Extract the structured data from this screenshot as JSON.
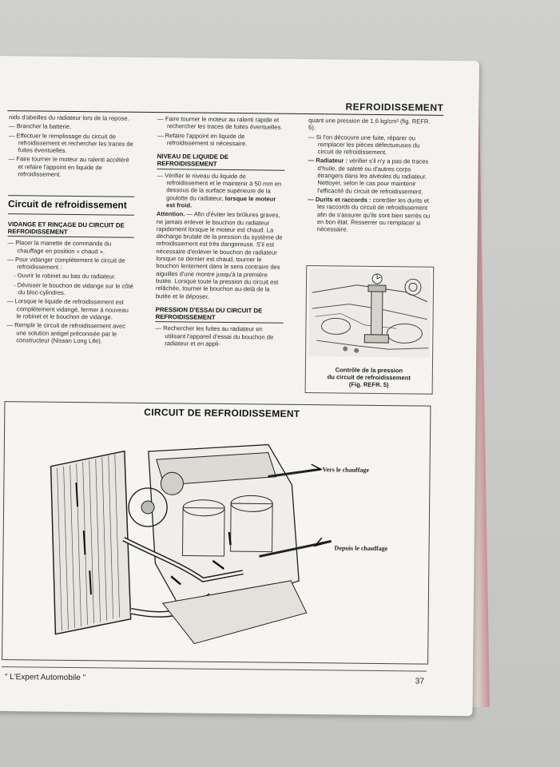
{
  "running_head": "REFROIDISSEMENT",
  "col1": {
    "intro": [
      "nids d'abeilles du radiateur lors de la repose.",
      "— Brancher la batterie.",
      "— Effectuer le remplissage du circuit de refroidissement et rechercher les traces de fuites éventuelles.",
      "— Faire tourner le moteur au ralenti accéléré et refaire l'appoint en liquide de refroidissement."
    ],
    "section_title": "Circuit de refroidissement",
    "heading": "VIDANGE ET RINÇAGE DU CIRCUIT DE REFROIDISSEMENT",
    "items": [
      "— Placer la manette de commande du chauffage en position « chaud ».",
      "— Pour vidanger complètement le circuit de refroidissement :",
      "- Ouvrir le robinet au bas du radiateur.",
      "- Dévisser le bouchon de vidange sur le côté du bloc-cylindres.",
      "— Lorsque le liquide de refroidissement est complètement vidangé, fermer à nouveau le robinet et le bouchon de vidange.",
      "— Remplir le circuit de refroidissement avec une solution antigel préconisée par le constructeur (Nissan Long Life)."
    ]
  },
  "col2": {
    "intro": [
      "— Faire tourner le moteur au ralenti rapide et rechercher les traces de fuites éventuelles.",
      "— Refaire l'appoint en liquide de refroidissement si nécessaire."
    ],
    "heading1": "NIVEAU DE LIQUIDE DE REFROIDISSEMENT",
    "niveau_text": "— Vérifier le niveau du liquide de refroidissement et le maintenir à 50 mm en dessous de la surface supérieure de la goulotte du radiateur,",
    "niveau_bold": "lorsque le moteur est froid.",
    "attention_label": "Attention.",
    "attention_text": " — Afin d'éviter les brûlures graves, ne jamais enlever le bouchon du radiateur rapidement lorsque le moteur est chaud. La décharge brutale de la pression du système de refroidissement est très dangereuse. S'il est nécessaire d'enlever le bouchon de radiateur lorsque ce dernier est chaud, tourner le bouchon lentement dans le sens contraire des aiguilles d'une montre jusqu'à la première butée. Lorsque toute la pression du circuit est relâchée, tourner le bouchon au-delà de la butée et le déposer.",
    "heading2": "PRESSION D'ESSAI DU CIRCUIT DE REFROIDISSEMENT",
    "pression_text": "— Rechercher les fuites au radiateur en utilisant l'appareil d'essai du bouchon de radiateur et en appli-"
  },
  "col3": {
    "p1": "quant une pression de 1,6 kg/cm² (fig. REFR. 5).",
    "p2": "— Si l'on découvre une fuite, réparer ou remplacer les pièces défectueuses du circuit de refroidissement.",
    "radiateur_label": "— Radiateur :",
    "radiateur_text": " vérifier s'il n'y a pas de traces d'huile, de saleté ou d'autres corps étrangers dans les alvéoles du radiateur. Nettoyer, selon le cas pour maintenir l'efficacité du circuit de refroidissement.",
    "durits_label": "— Durits et raccords :",
    "durits_text": " contrôler les durits et les raccords du circuit de refroidissement afin de s'assurer qu'ils sont bien serrés ou en bon état. Resserrer ou remplacer si nécessaire."
  },
  "figure": {
    "caption_lines": [
      "Contrôle de la pression",
      "du circuit de refroidissement",
      "(Fig. REFR. 5)"
    ]
  },
  "diagram": {
    "title": "CIRCUIT DE REFROIDISSEMENT",
    "label_to_heater": "Vers le chauffage",
    "label_from_heater": "Depuis le chauffage"
  },
  "footer": {
    "publication": "\" L'Expert Automobile \"",
    "page_number": "37"
  }
}
